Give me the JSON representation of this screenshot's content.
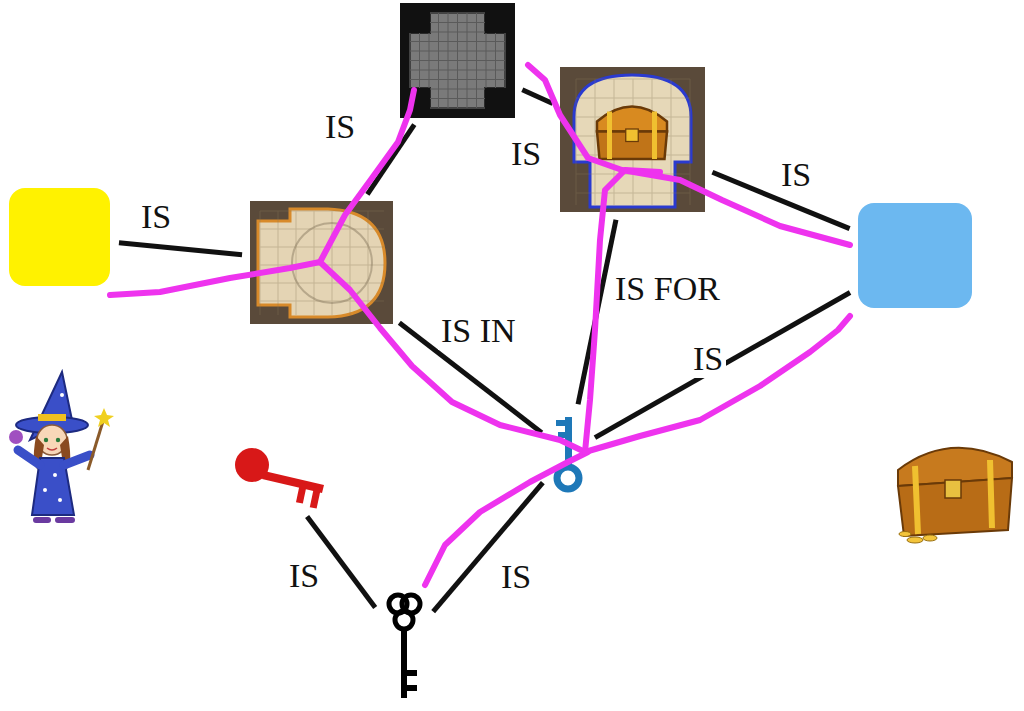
{
  "diagram": {
    "nodes": [
      {
        "text": []
      },
      {
        "text": []
      },
      {
        "text": []
      },
      {
        "text": []
      },
      {
        "text": []
      },
      {
        "text": []
      },
      {
        "text": []
      },
      {
        "text": []
      }
    ],
    "edges": [
      {
        "from": 3,
        "to": 0,
        "arrow": "none",
        "label": "IS"
      },
      {
        "from": 0,
        "to": 1,
        "arrow": "none",
        "label": "IS"
      },
      {
        "from": 2,
        "to": 3,
        "arrow": "none",
        "label": "IS"
      },
      {
        "from": 1,
        "to": 4,
        "arrow": "none",
        "label": "IS"
      },
      {
        "from": 3,
        "to": 5,
        "arrow": "none",
        "label": "IS IN"
      },
      {
        "from": 1,
        "to": 5,
        "arrow": "none",
        "label": "IS FOR"
      },
      {
        "from": 5,
        "to": 4,
        "arrow": "none",
        "label": "IS"
      },
      {
        "from": 6,
        "to": 7,
        "arrow": "none",
        "label": "IS"
      },
      {
        "from": 7,
        "to": 5,
        "arrow": "none",
        "label": "IS"
      }
    ]
  }
}
